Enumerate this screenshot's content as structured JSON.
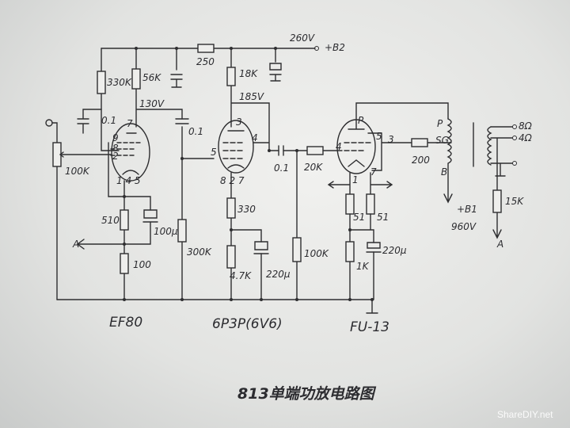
{
  "title": "813单端功放电路图",
  "watermark": "ShareDIY.net",
  "tubes": {
    "stage1": "EF80",
    "stage2": "6P3P(6V6)",
    "stage3": "FU-13"
  },
  "supply": {
    "voltage": "260V",
    "terminal": "+B2",
    "b1": "+B1",
    "b1_voltage": "960V"
  },
  "voltages": {
    "ef80_plate": "130V",
    "p6_screen": "185V"
  },
  "components": {
    "r330k": "330K",
    "r56k": "56K",
    "r250": "250",
    "r18k": "18K",
    "c01_a": "0.1",
    "c01_b": "0.1",
    "c01_c": "0.1",
    "pot100k": "100K",
    "r510": "510",
    "r100": "100",
    "c100u": "100μ",
    "r300k": "300K",
    "r330": "330",
    "r4k7": "4.7K",
    "c220u_a": "220μ",
    "r100k": "100K",
    "r20k": "20K",
    "r51_a": "51",
    "r51_b": "51",
    "r1k": "1K",
    "c220u_b": "220μ",
    "r200": "200",
    "r15k": "15K"
  },
  "pins": {
    "ef80_7": "7",
    "ef80_9": "9",
    "ef80_8": "8",
    "ef80_2": "2",
    "ef80_bottom": "1 4 5",
    "p6_3": "3",
    "p6_4": "4",
    "p6_5": "5",
    "p6_bottom": "8 2 7",
    "fu_p": "P",
    "fu_5": "5",
    "fu_3": "3",
    "fu_4": "4",
    "fu_1": "1",
    "fu_7": "7"
  },
  "transformer": {
    "p": "P",
    "sg": "SG",
    "b": "B",
    "tap8": "8Ω",
    "tap4": "4Ω"
  },
  "feedback": {
    "label_left": "A",
    "label_right": "A"
  }
}
